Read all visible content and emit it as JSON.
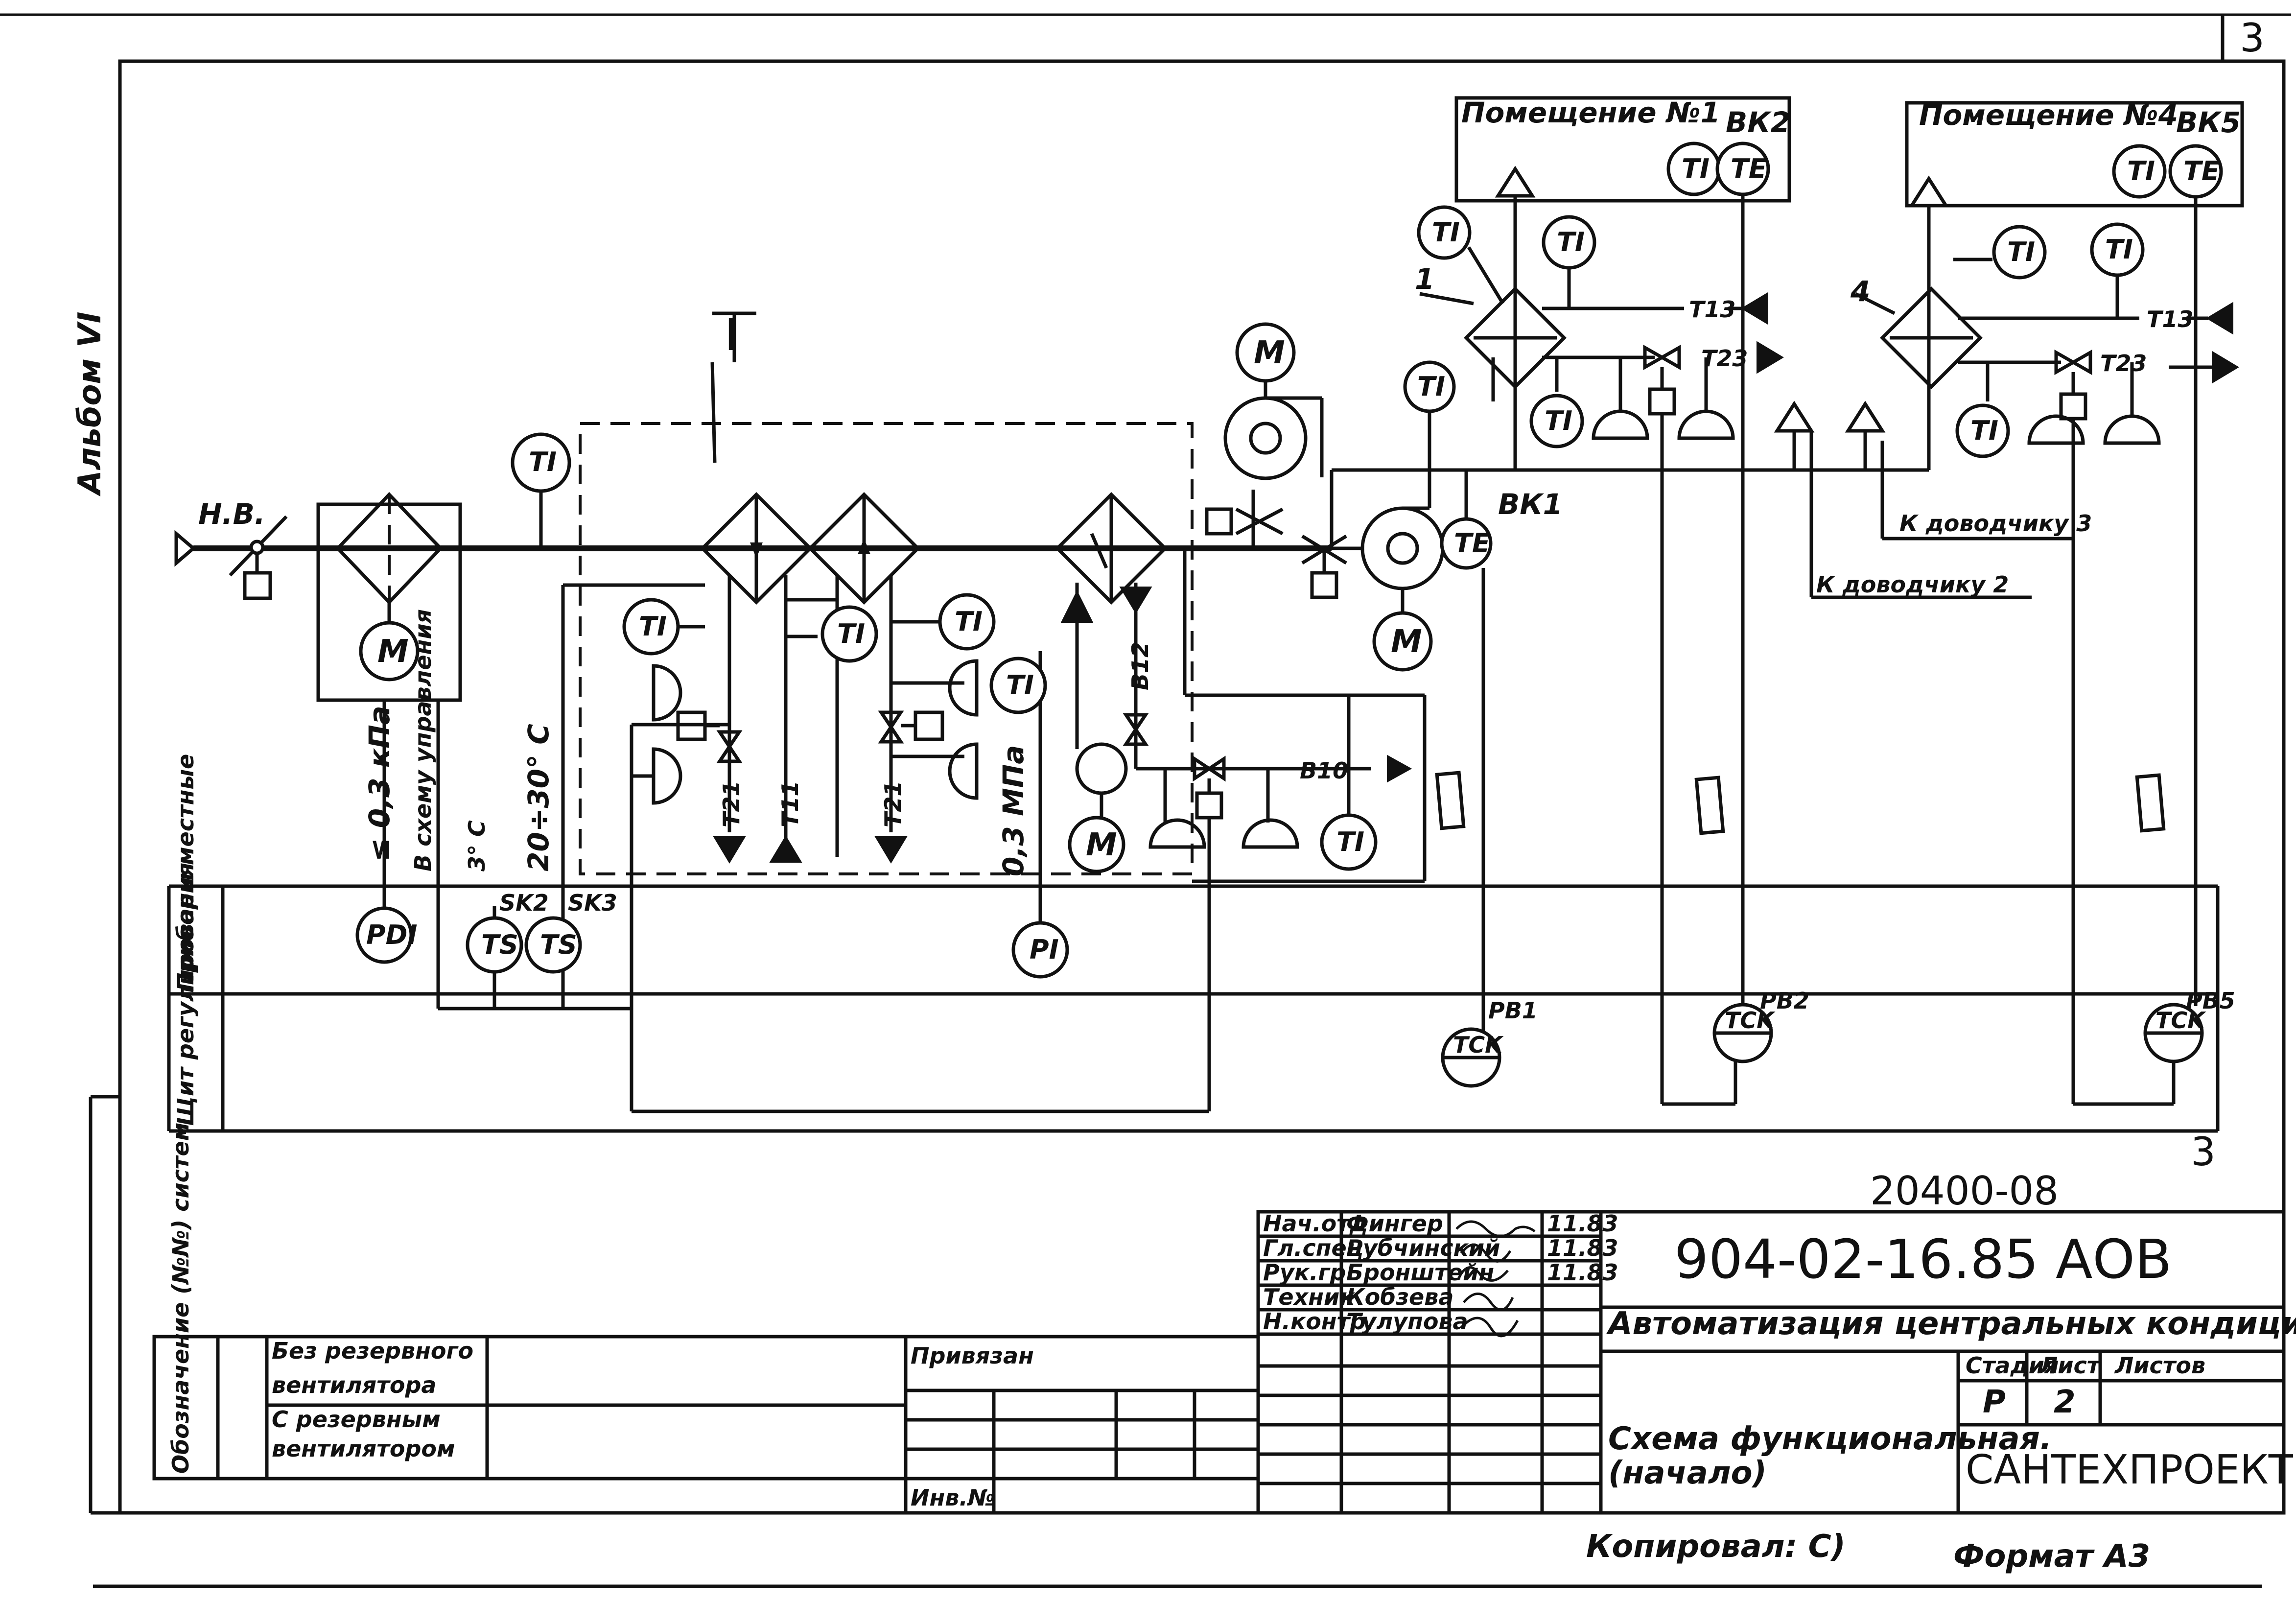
{
  "sheet_number": "3",
  "album_label": "Альбом VI",
  "outdoor_air_label": "Н.В.",
  "section_label": "I",
  "instruments": {
    "ti": "TI",
    "te": "TE",
    "pdi": "PDI",
    "pi": "PI",
    "ts": "TS",
    "tck": "TCK",
    "motor": "M"
  },
  "rooms": {
    "room1": "Помещение №1",
    "room4": "Помещение №4"
  },
  "tags": {
    "vk1": "ВК1",
    "vk2": "ВК2",
    "vk5": "ВК5",
    "sk2": "SK2",
    "sk3": "SK3",
    "pv1": "РВ1",
    "pv2": "РВ2",
    "pv5": "РВ5",
    "num1": "1",
    "num4": "4"
  },
  "pipes": {
    "t13_a": "Т13",
    "t23_a": "Т23",
    "t13_b": "Т13",
    "t23_b": "Т23",
    "t21_a": "Т21",
    "t11": "Т11",
    "t21_b": "Т21",
    "b12": "В12",
    "b10": "В10"
  },
  "annotations": {
    "dp": "≤ 0,3 кПа",
    "control_scheme": "В схему управления",
    "temp_3c": "3° С",
    "temp_range": "20÷30° С",
    "pressure": "0,3 МПа",
    "to_chiller_3": "К доводчику 3",
    "to_chiller_2": "К доводчику 2"
  },
  "rows": {
    "local_instruments": "Приборы местные",
    "control_panel": "Щит регулирования"
  },
  "title_block": {
    "drawing_code": "904-02-16.85 АОВ",
    "reference": "20400-08",
    "title": "Автоматизация центральных кондиционеров.",
    "sheet_title_1": "Схема функциональная.",
    "sheet_title_2": "(начало)",
    "organization": "САНТЕХПРОЕКТ",
    "stage_header": "Стадия",
    "sheet_header": "Лист",
    "sheets_header": "Листов",
    "stage": "Р",
    "sheet": "2",
    "bound_label": "Привязан",
    "inventory_label": "Инв.№",
    "corner_mark": "3",
    "staff": [
      {
        "role": "Нач.отд",
        "name": "Фингер",
        "date": "11.83"
      },
      {
        "role": "Гл.спец",
        "name": "Рубчинский",
        "date": "11.83"
      },
      {
        "role": "Рук.гр.",
        "name": "Бронштейн",
        "date": "11.83"
      },
      {
        "role": "Техник",
        "name": "Кобзева",
        "date": ""
      },
      {
        "role": "Н.контр.",
        "name": "Тулупова",
        "date": ""
      }
    ]
  },
  "legend": {
    "header": "Обозначение (№№) систем",
    "row1_a": "Без резервного",
    "row1_b": "вентилятора",
    "row2_a": "С резервным",
    "row2_b": "вентилятором"
  },
  "footer": {
    "copied": "Копировал: С)",
    "format": "Формат А3"
  }
}
